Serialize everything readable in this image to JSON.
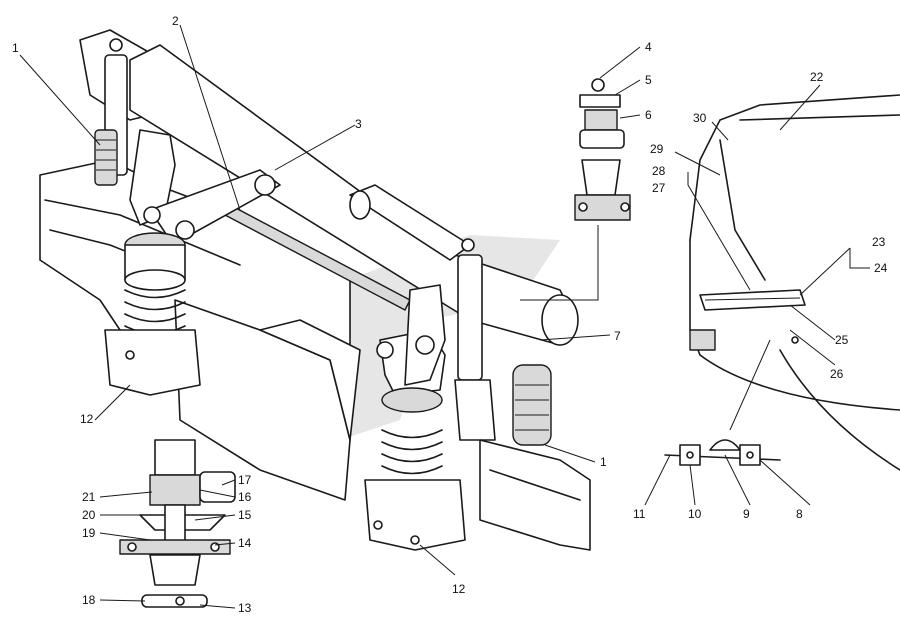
{
  "labels": {
    "l1a": "1",
    "l1b": "1",
    "l2": "2",
    "l3": "3",
    "l4": "4",
    "l5": "5",
    "l6": "6",
    "l7": "7",
    "l8": "8",
    "l9": "9",
    "l10": "10",
    "l11": "11",
    "l12a": "12",
    "l12b": "12",
    "l13": "13",
    "l14": "14",
    "l15": "15",
    "l16": "16",
    "l17": "17",
    "l18": "18",
    "l19": "19",
    "l20": "20",
    "l21": "21",
    "l22": "22",
    "l23": "23",
    "l24": "24",
    "l25": "25",
    "l26": "26",
    "l27": "27",
    "l28": "28",
    "l29": "29",
    "l30": "30"
  },
  "icons": {
    "watermark": "watermark-logo-icon"
  }
}
